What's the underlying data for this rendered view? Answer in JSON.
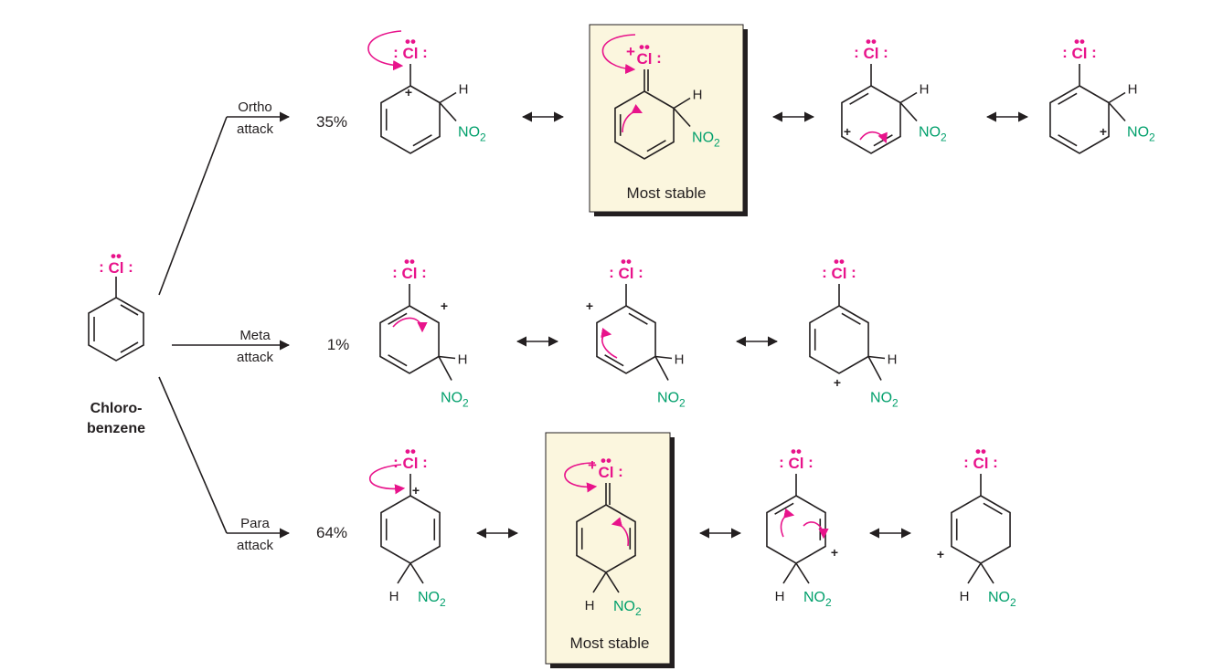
{
  "colors": {
    "chlorine": "#e8138b",
    "nitro": "#009f6b",
    "ink": "#231f20",
    "highlight_box": "#fbf6de",
    "box_shadow": "#231f20"
  },
  "reactant": {
    "atom": "Cl",
    "name_line1": "Chloro-",
    "name_line2": "benzene"
  },
  "atoms": {
    "cl": "Cl",
    "no2": "NO",
    "no2_sub": "2",
    "h": "H",
    "plus": "+"
  },
  "paths": [
    {
      "name": "ortho",
      "label_line1": "Ortho",
      "label_line2": "attack",
      "percent": "35%"
    },
    {
      "name": "meta",
      "label_line1": "Meta",
      "label_line2": "attack",
      "percent": "1%"
    },
    {
      "name": "para",
      "label_line1": "Para",
      "label_line2": "attack",
      "percent": "64%"
    }
  ],
  "most_stable_label": "Most stable",
  "icons": {
    "resonance": "double-headed-arrow-icon",
    "electron_push": "curved-arrow-icon",
    "reaction": "reaction-arrow-icon"
  }
}
